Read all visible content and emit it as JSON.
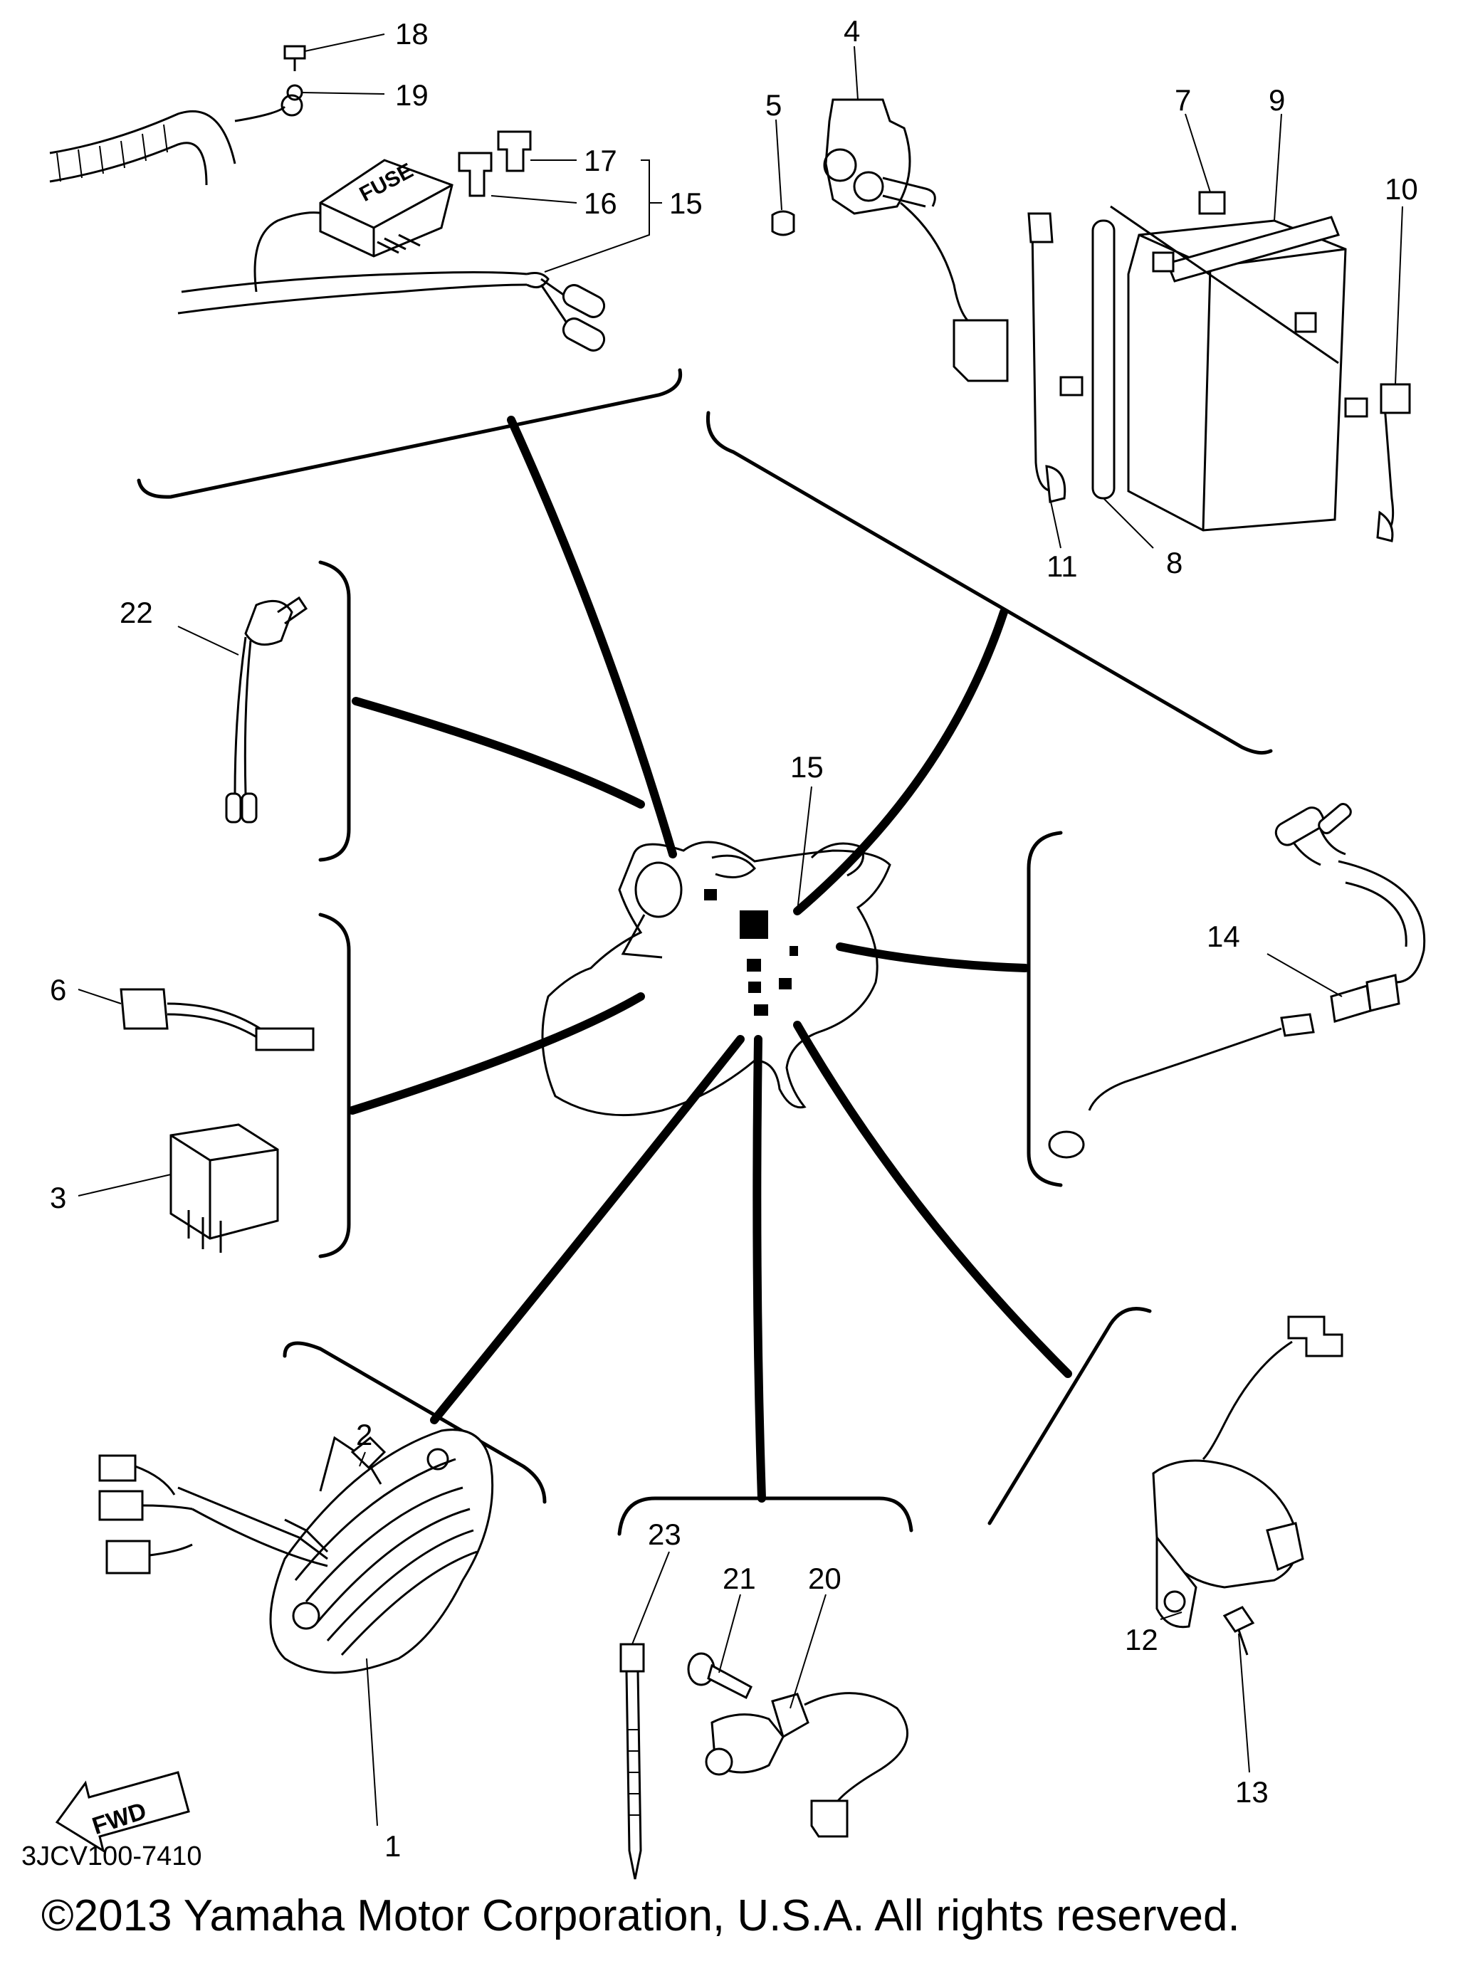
{
  "diagram": {
    "drawing_code": "3JCV100-7410",
    "copyright": "©2013 Yamaha Motor Corporation, U.S.A. All rights reserved.",
    "fwd_arrow_label": "FWD",
    "fuse_box_label": "FUSE",
    "callouts": [
      "18",
      "19",
      "17",
      "16",
      "15",
      "4",
      "5",
      "7",
      "9",
      "10",
      "11",
      "8",
      "22",
      "15",
      "6",
      "3",
      "14",
      "2",
      "23",
      "21",
      "20",
      "12",
      "13",
      "1"
    ]
  }
}
